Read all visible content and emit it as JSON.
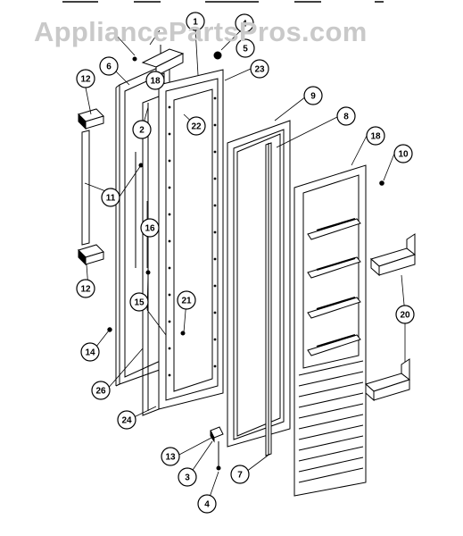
{
  "watermark": "AppliancePartsPros.com",
  "callouts": [
    {
      "id": "c12a",
      "label": "12"
    },
    {
      "id": "c12b",
      "label": "12"
    },
    {
      "id": "c6",
      "label": "6"
    },
    {
      "id": "c1",
      "label": "1"
    },
    {
      "id": "c4a",
      "label": "4"
    },
    {
      "id": "c5",
      "label": "5"
    },
    {
      "id": "c23",
      "label": "23"
    },
    {
      "id": "c18a",
      "label": "18"
    },
    {
      "id": "c22",
      "label": "22"
    },
    {
      "id": "c2",
      "label": "2"
    },
    {
      "id": "c9",
      "label": "9"
    },
    {
      "id": "c8",
      "label": "8"
    },
    {
      "id": "c18b",
      "label": "18"
    },
    {
      "id": "c10",
      "label": "10"
    },
    {
      "id": "c11",
      "label": "11"
    },
    {
      "id": "c16",
      "label": "16"
    },
    {
      "id": "c15",
      "label": "15"
    },
    {
      "id": "c21",
      "label": "21"
    },
    {
      "id": "c14",
      "label": "14"
    },
    {
      "id": "c20",
      "label": "20"
    },
    {
      "id": "c26",
      "label": "26"
    },
    {
      "id": "c24",
      "label": "24"
    },
    {
      "id": "c13",
      "label": "13"
    },
    {
      "id": "c3",
      "label": "3"
    },
    {
      "id": "c7",
      "label": "7"
    },
    {
      "id": "c4b",
      "label": "4"
    }
  ]
}
